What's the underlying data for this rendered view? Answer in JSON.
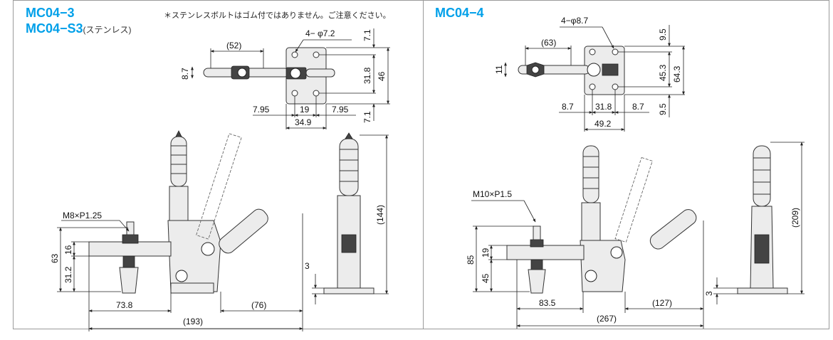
{
  "left": {
    "title_line1": "MC04−3",
    "title_line2": "MC04−S3",
    "title_line2_suffix": "(ステンレス)",
    "note": "＊ステンレスボルトはゴム付ではありません。ご注意ください。",
    "labels": {
      "holes": "4− φ7.2",
      "d52": "(52)",
      "d8_7": "8.7",
      "d7_1_top": "7.1",
      "d31_8": "31.8",
      "d46": "46",
      "d7_1_bot": "7.1",
      "d7_95_left": "7.95",
      "d19": "19",
      "d7_95_right": "7.95",
      "d34_9": "34.9",
      "thread": "M8×P1.25",
      "d63": "63",
      "d16": "16",
      "d31_2": "31.2",
      "d73_8": "73.8",
      "d76": "(76)",
      "d193": "(193)",
      "d144": "(144)",
      "d3": "3"
    }
  },
  "right": {
    "title": "MC04−4",
    "labels": {
      "holes": "4−φ8.7",
      "d63": "(63)",
      "d11": "11",
      "d9_5_top": "9.5",
      "d45_3": "45.3",
      "d64_3": "64.3",
      "d9_5_bot": "9.5",
      "d8_7_left": "8.7",
      "d31_8": "31.8",
      "d8_7_right": "8.7",
      "d49_2": "49.2",
      "thread": "M10×P1.5",
      "d85": "85",
      "d19": "19",
      "d45": "45",
      "d83_5": "83.5",
      "d127": "(127)",
      "d267": "(267)",
      "d209": "(209)",
      "d3": "3"
    }
  }
}
